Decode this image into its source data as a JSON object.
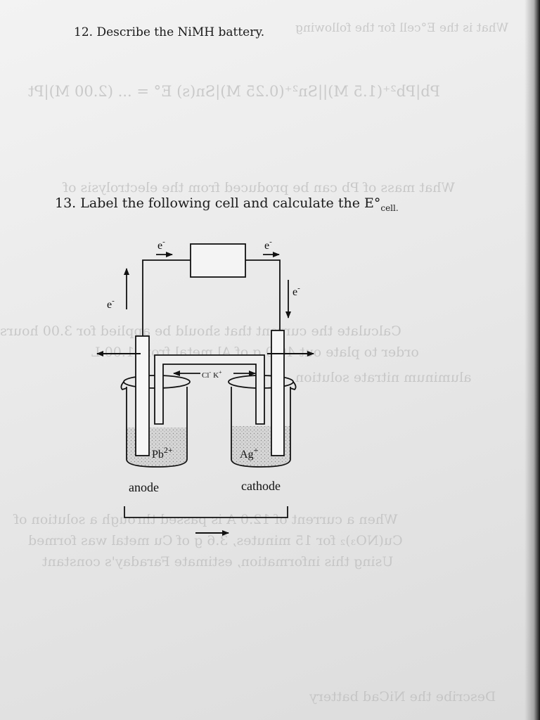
{
  "question12": {
    "number": "12.",
    "text": "Describe the NiMH battery."
  },
  "question13": {
    "number": "13.",
    "text": "Label the following cell and calculate the E°",
    "sub": "cell."
  },
  "diagram": {
    "electron_top_left": "e",
    "electron_top_right": "e",
    "electron_left": "e",
    "electron_right": "e",
    "electron_sup": "-",
    "salt_bridge_label": "Cl",
    "salt_bridge_sup": "-",
    "salt_bridge_k": "K",
    "salt_bridge_k_sup": "+",
    "left_ion": "Pb",
    "left_ion_sup": "2+",
    "right_ion": "Ag",
    "right_ion_sup": "+",
    "anode_label": "anode",
    "cathode_label": "cathode"
  },
  "bleed_through": {
    "line1": "What is the E°cell for the following",
    "line2": "Pb|Pb²⁺(1.5 M)||Sn²⁺(0.25 M)|Sn(s) E° = ... (2.00 M)|Pt",
    "line3": "What mass of Pb can be produced from the electrolysis of",
    "line4": "Calculate the current that should be applied for 3.00 hours",
    "line5": "order to plate out 40.0 g of Al metal from 1.00 L",
    "line6": "aluminum nitrate solution",
    "line7": "When a current of 12.0 A is passed through a solution of",
    "line8": "Cu(NO₃)₂ for 15 minutes, 3.6 g of Cu metal was formed",
    "line9": "Using this information, estimate Faraday's constant",
    "line10": "Describe the NiCad battery"
  }
}
